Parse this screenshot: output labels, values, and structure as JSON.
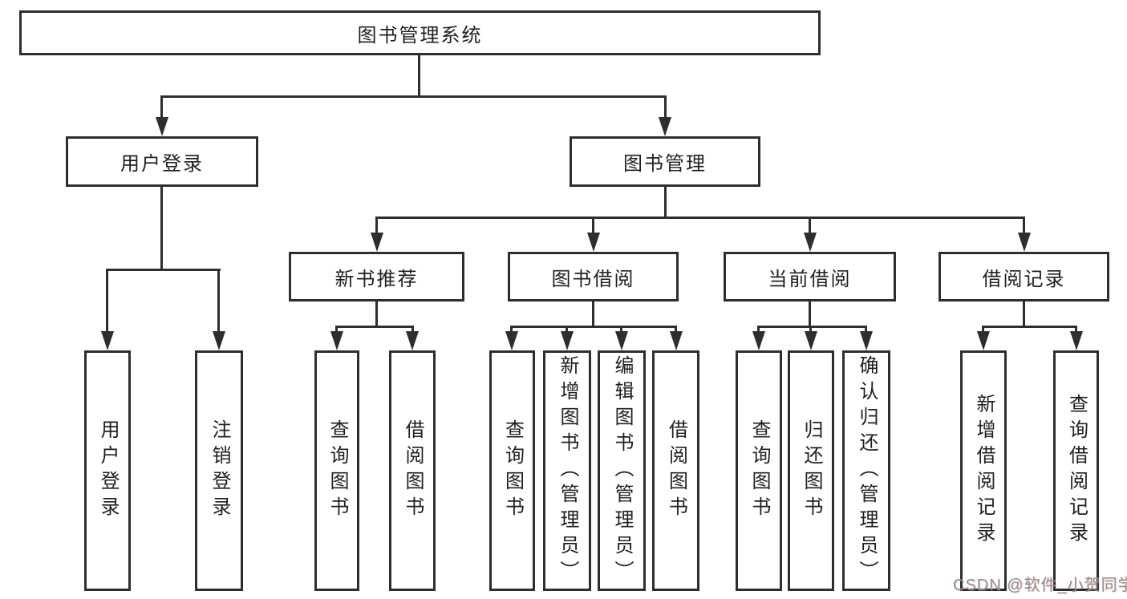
{
  "diagram": {
    "root": {
      "label": "图书管理系统"
    },
    "level2": [
      {
        "label": "用户登录"
      },
      {
        "label": "图书管理"
      }
    ],
    "level3": [
      {
        "label": "新书推荐"
      },
      {
        "label": "图书借阅"
      },
      {
        "label": "当前借阅"
      },
      {
        "label": "借阅记录"
      }
    ],
    "leaves": {
      "login": [
        {
          "label": "用户登录"
        },
        {
          "label": "注销登录"
        }
      ],
      "recommend": [
        {
          "label": "查询图书"
        },
        {
          "label": "借阅图书"
        }
      ],
      "borrow": [
        {
          "label": "查询图书"
        },
        {
          "label": "新增图书（管理员）"
        },
        {
          "label": "编辑图书（管理员）"
        },
        {
          "label": "借阅图书"
        }
      ],
      "current": [
        {
          "label": "查询图书"
        },
        {
          "label": "归还图书"
        },
        {
          "label": "确认归还（管理员）"
        }
      ],
      "records": [
        {
          "label": "新增借阅记录"
        },
        {
          "label": "查询借阅记录"
        }
      ]
    },
    "colors": {
      "line": "#2e2e2e",
      "text": "#1f1f1f",
      "background": "#ffffff",
      "watermark": "#8f8f8f"
    },
    "watermark": "CSDN @软件_小贺同学"
  }
}
